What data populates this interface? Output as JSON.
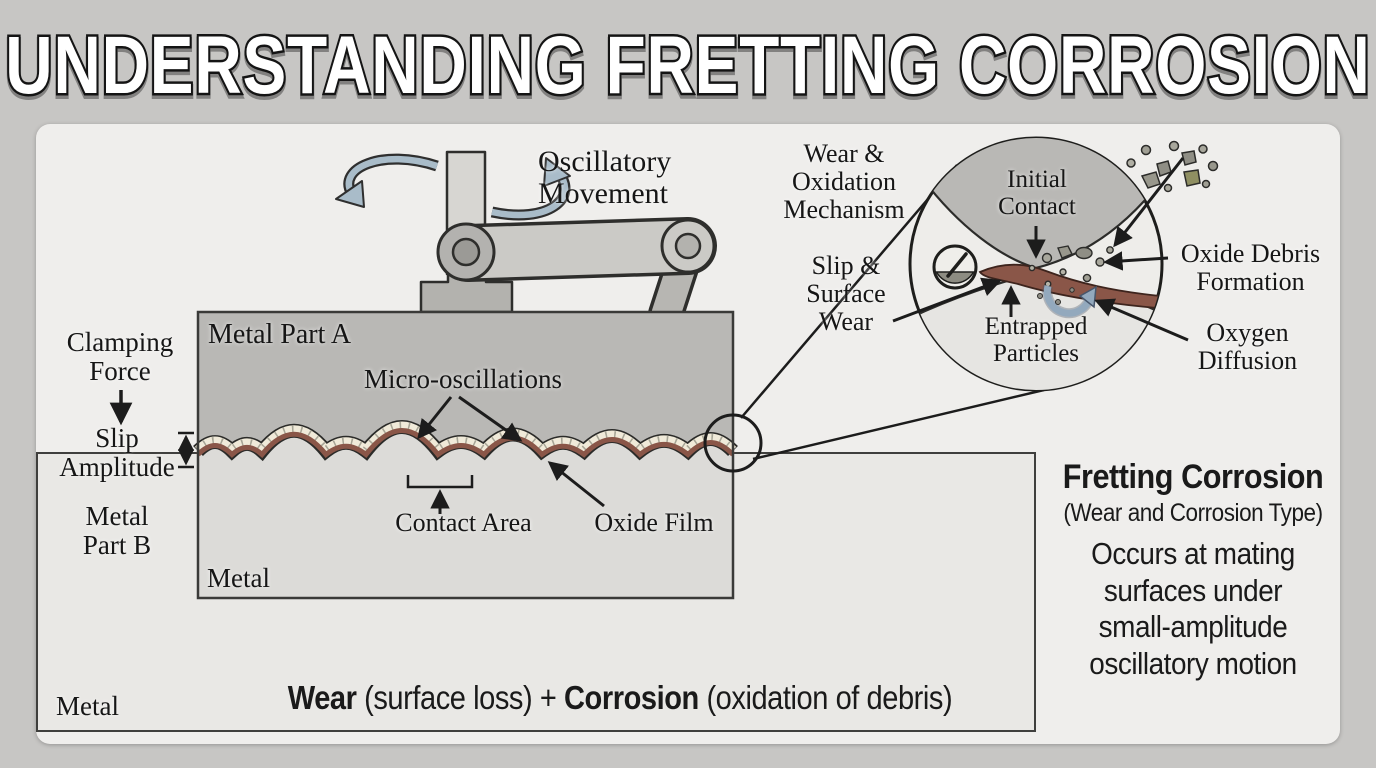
{
  "title": "UNDERSTANDING FRETTING CORROSION",
  "colors": {
    "page_bg": "#c7c6c4",
    "card_bg": "#efeeec",
    "metal_dark": "#b9b8b5",
    "metal_light": "#dcdbd8",
    "oxide_brown": "#8a5648",
    "steel_blue": "#a9bcc9",
    "outline": "#2e2e2c"
  },
  "machine": {
    "oscillatory_label": "Oscillatory\nMovement"
  },
  "labels": {
    "clamping_force": "Clamping\nForce",
    "slip_amplitude": "Slip\nAmplitude",
    "metal_part_a": "Metal Part A",
    "metal_part_b": "Metal\nPart B",
    "micro_oscillations": "Micro-oscillations",
    "contact_area": "Contact Area",
    "oxide_film": "Oxide Film",
    "metal_inner": "Metal",
    "metal_outer": "Metal"
  },
  "zoom_detail": {
    "wear_oxidation_mechanism": "Wear &\nOxidation\nMechanism",
    "slip_surface_wear": "Slip &\nSurface\nWear",
    "initial_contact": "Initial\nContact",
    "entrapped_particles": "Entrapped\nParticles",
    "oxide_debris_formation": "Oxide Debris\nFormation",
    "oxygen_diffusion": "Oxygen\nDiffusion"
  },
  "info_panel": {
    "heading": "Fretting Corrosion",
    "subheading": "(Wear and Corrosion Type)",
    "body": "Occurs at mating\nsurfaces under\nsmall-amplitude\noscillatory motion"
  },
  "equation": {
    "wear_bold": "Wear",
    "wear_rest": " (surface loss) + ",
    "corrosion_bold": "Corrosion",
    "corrosion_rest": " (oxidation of debris)"
  }
}
